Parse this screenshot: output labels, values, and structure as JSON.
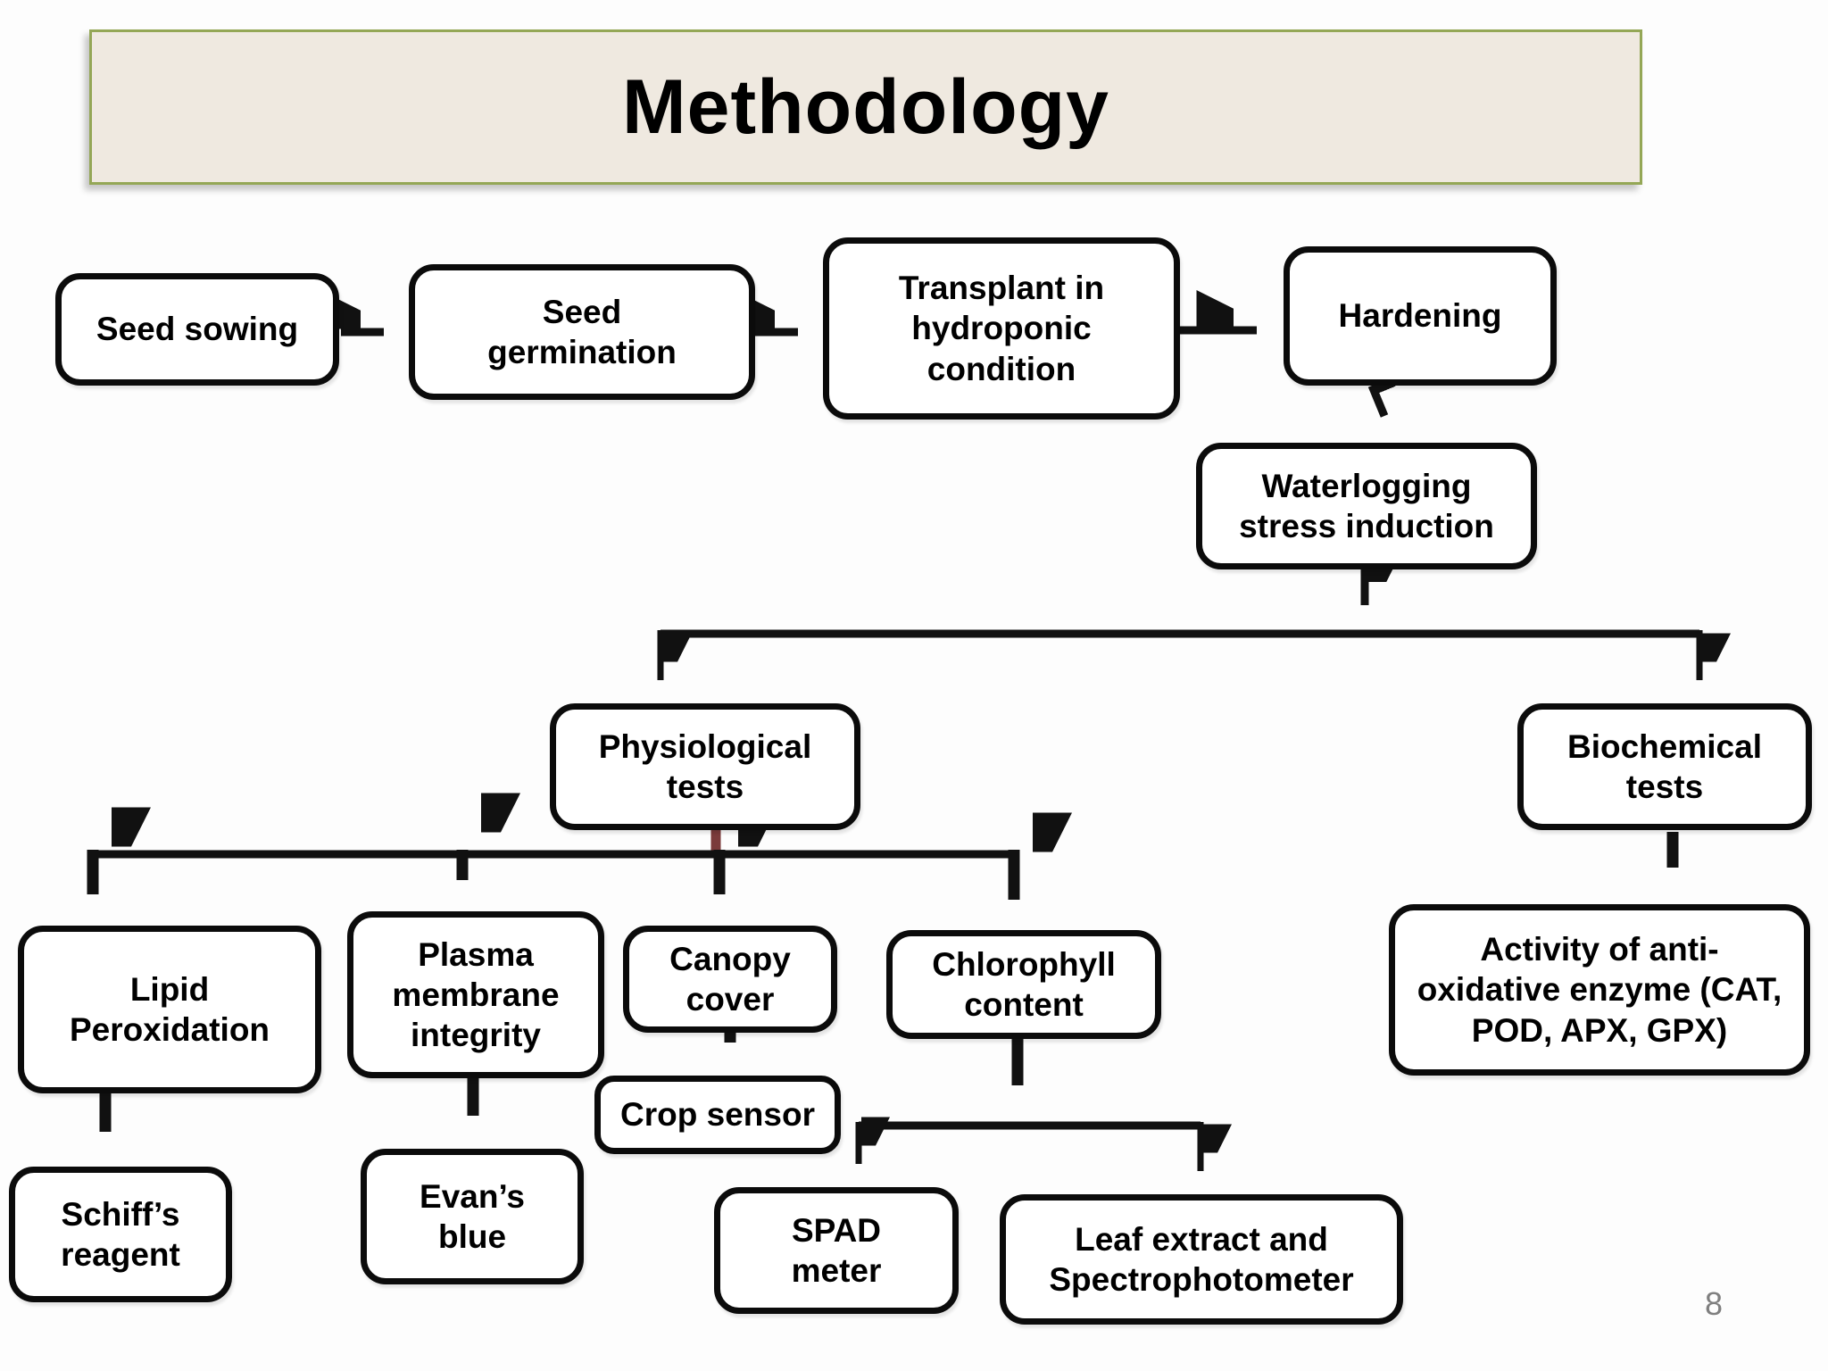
{
  "slide": {
    "title": "Methodology",
    "page_number": "8"
  },
  "colors": {
    "band_fill": "#EFE9E0",
    "band_border": "#94A756",
    "box_border": "#0B0B0B",
    "connector": "#111111",
    "accent_maroon": "#7B3B3B",
    "page_gray": "#7F7F7F"
  },
  "nodes": {
    "seed_sowing": {
      "label": "Seed sowing"
    },
    "seed_germination": {
      "label": "Seed germination"
    },
    "transplant": {
      "label": "Transplant in hydroponic condition"
    },
    "hardening": {
      "label": "Hardening"
    },
    "waterlogging": {
      "label": "Waterlogging stress induction"
    },
    "physiological": {
      "label": "Physiological tests"
    },
    "biochemical": {
      "label": "Biochemical tests"
    },
    "lipid": {
      "label": "Lipid Peroxidation"
    },
    "plasma": {
      "label": "Plasma membrane integrity"
    },
    "canopy": {
      "label": "Canopy cover"
    },
    "chlorophyll": {
      "label": "Chlorophyll content"
    },
    "schiffs": {
      "label": "Schiff’s reagent"
    },
    "evans": {
      "label": "Evan’s blue"
    },
    "crop_sensor": {
      "label": "Crop sensor"
    },
    "spad": {
      "label": "SPAD meter"
    },
    "leaf_extract": {
      "label": "Leaf extract and Spectrophotometer"
    },
    "activity": {
      "label": "Activity of anti-oxidative enzyme (CAT, POD, APX, GPX)"
    }
  },
  "edges": [
    {
      "from": "seed_sowing",
      "to": "seed_germination"
    },
    {
      "from": "seed_germination",
      "to": "transplant"
    },
    {
      "from": "transplant",
      "to": "hardening"
    },
    {
      "from": "hardening",
      "to": "waterlogging"
    },
    {
      "from": "waterlogging",
      "to": "physiological"
    },
    {
      "from": "waterlogging",
      "to": "biochemical"
    },
    {
      "from": "physiological",
      "to": "lipid"
    },
    {
      "from": "physiological",
      "to": "plasma"
    },
    {
      "from": "physiological",
      "to": "canopy"
    },
    {
      "from": "physiological",
      "to": "chlorophyll"
    },
    {
      "from": "lipid",
      "to": "schiffs"
    },
    {
      "from": "plasma",
      "to": "evans"
    },
    {
      "from": "canopy",
      "to": "crop_sensor"
    },
    {
      "from": "chlorophyll",
      "to": "spad"
    },
    {
      "from": "chlorophyll",
      "to": "leaf_extract"
    },
    {
      "from": "biochemical",
      "to": "activity"
    }
  ]
}
